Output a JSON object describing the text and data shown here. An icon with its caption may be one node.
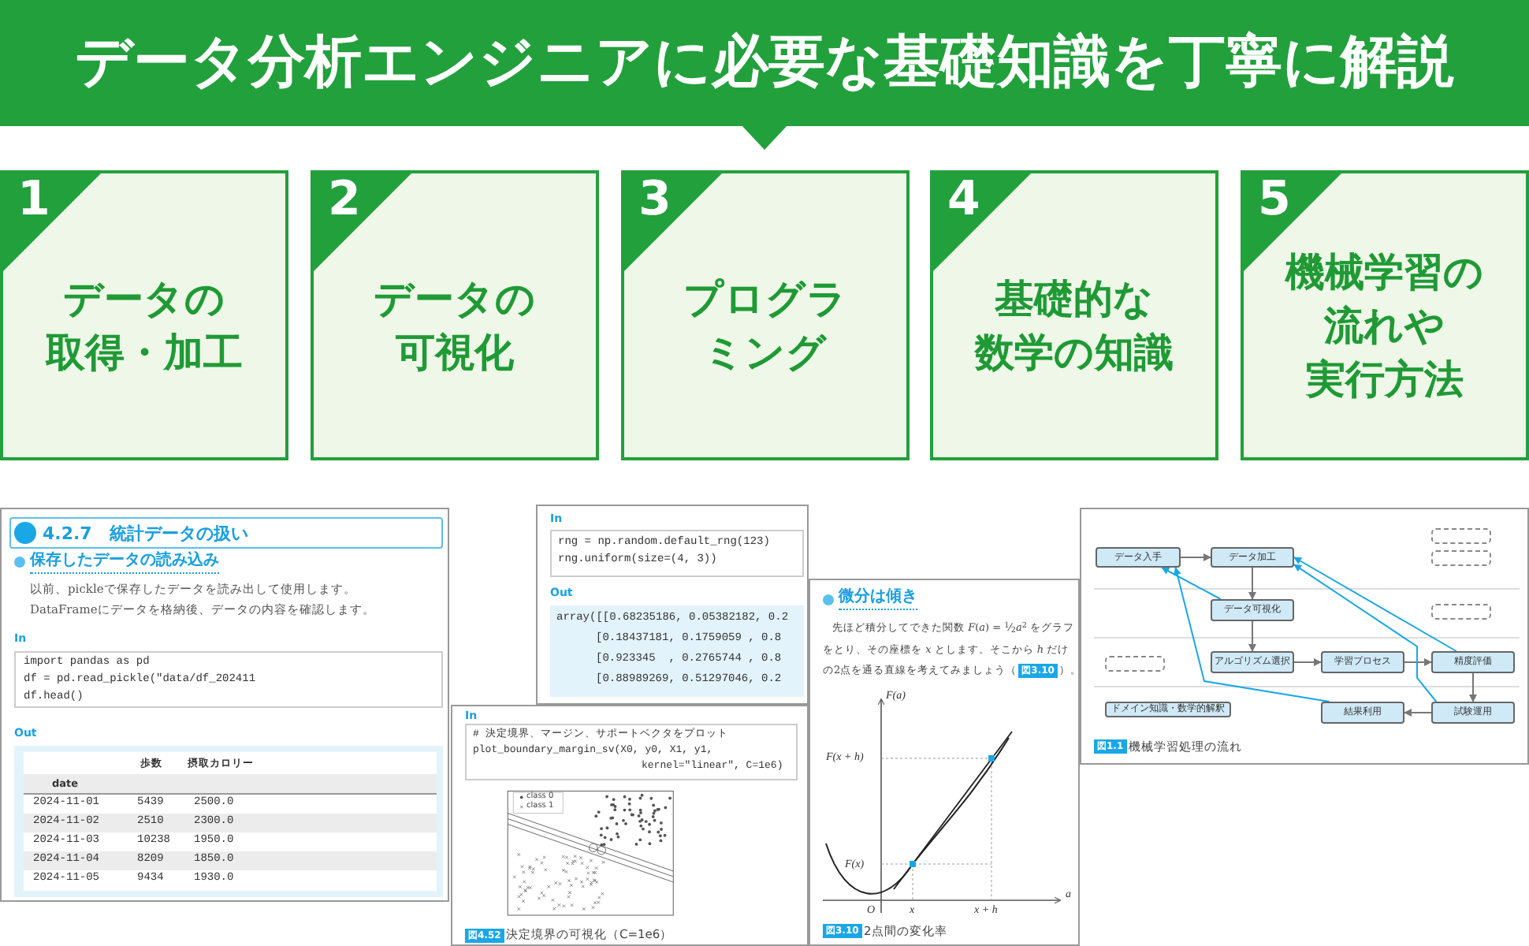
{
  "diagram": {
    "title": "データ分析エンジニアに必要な基礎知識を丁寧に解説",
    "nodes": [
      {
        "text": [
          "1",
          "データの取得・加工"
        ]
      },
      {
        "text": [
          "2",
          "データの可視化"
        ]
      },
      {
        "text": [
          "3",
          "プログラミング"
        ]
      },
      {
        "text": [
          "4",
          "基礎的な数学の知識"
        ]
      },
      {
        "text": [
          "5",
          "機械学習の流れや実行方法"
        ]
      },
      {
        "text": [
          "4.2.7　統計データの扱い",
          "保存したデータの読み込み",
          "以前、pickleで保存したデータを読み出して使用します。",
          "DataFrameにデータを格納後、データの内容を確認します。",
          "In",
          "import pandas as pd",
          "df = pd.read_pickle(\"data/df_202411",
          "df.head()",
          "Out"
        ]
      },
      {
        "text": [
          "In",
          "rng = np.random.default_rng(123)",
          "rng.uniform(size=(4, 3))",
          "Out",
          "array([[0.68235186, 0.05382182, 0.2",
          "[0.18437181, 0.1759059 , 0.8",
          "[0.923345  , 0.2765744 , 0.8",
          "[0.88989269, 0.51297046, 0.2"
        ]
      },
      {
        "text": [
          "In",
          "# 決定境界、マージン、サポートベクタをプロット",
          "plot_boundary_margin_sv(X0, y0, X1, y1,",
          "kernel=\"linear\", C=1e6)",
          "図4.52",
          "決定境界の可視化（C=1e6）"
        ]
      },
      {
        "text": [
          "微分は傾き",
          "先ほど積分してできた関数 *F*(*a*) = $^{1}$⁄$_{2}$*a*$^{2}$ をグラフ",
          "をとり、その座標を *x* とします。そこから *h* だけ",
          "の2点を通る直線を考えてみましょう（",
          "図3.10",
          "）。",
          "図3.10",
          "2点間の変化率"
        ]
      },
      {
        "text": [
          "図1.1",
          "機械学習処理の流れ"
        ]
      },
      {
        "text": [
          "データ入手"
        ],
        "in": 9
      },
      {
        "text": [
          "データ加工"
        ],
        "in": 9
      },
      {
        "text": [],
        "shape": "box",
        "in": 9
      },
      {
        "text": [],
        "shape": "box",
        "in": 9
      },
      {
        "text": [
          "データ可視化"
        ],
        "in": 9
      },
      {
        "text": [],
        "shape": "box",
        "in": 9
      },
      {
        "text": [],
        "shape": "box",
        "in": 9
      },
      {
        "text": [
          "アルゴリズム選択"
        ],
        "in": 9
      },
      {
        "text": [
          "学習プロセス"
        ],
        "in": 9
      },
      {
        "text": [
          "精度評価"
        ],
        "in": 9
      },
      {
        "text": [
          "ドメイン知識・数学的解釈"
        ],
        "in": 9
      },
      {
        "text": [
          "結果利用"
        ],
        "in": 9
      },
      {
        "text": [
          "試験運用"
        ],
        "in": 9
      }
    ],
    "edges": [
      {
        "from": 10,
        "to": 11,
        "arrow": "to"
      },
      {
        "from": 11,
        "to": 14,
        "arrow": "to"
      },
      {
        "from": 14,
        "to": 17,
        "arrow": "to"
      },
      {
        "from": 17,
        "to": 18,
        "arrow": "to"
      },
      {
        "from": 18,
        "to": 19,
        "arrow": "to"
      },
      {
        "from": 19,
        "to": 22,
        "arrow": "to"
      },
      {
        "from": 22,
        "to": 21,
        "arrow": "to"
      },
      {
        "from": 14,
        "to": 10,
        "arrow": "to",
        "color": "#1aa7e6"
      },
      {
        "from": 21,
        "to": 10,
        "arrow": "to",
        "color": "#1aa7e6"
      },
      {
        "from": 19,
        "to": 11,
        "arrow": "to",
        "color": "#1aa7e6"
      },
      {
        "from": 22,
        "to": 11,
        "arrow": "to",
        "color": "#1aa7e6"
      }
    ],
    "labels": [
      "歩数",
      "摂取カロリー",
      "date",
      "2024-11-01",
      "5439",
      "2500.0",
      "2024-11-02",
      "2510",
      "2300.0",
      "2024-11-03",
      "10238",
      "1950.0",
      "2024-11-04",
      "8209",
      "1850.0",
      "2024-11-05",
      "9434",
      "1930.0",
      "class 0",
      "class 1",
      "F(a)",
      "F(x + h)",
      "F(x)",
      "O",
      "x",
      "x + h",
      "a"
    ]
  }
}
